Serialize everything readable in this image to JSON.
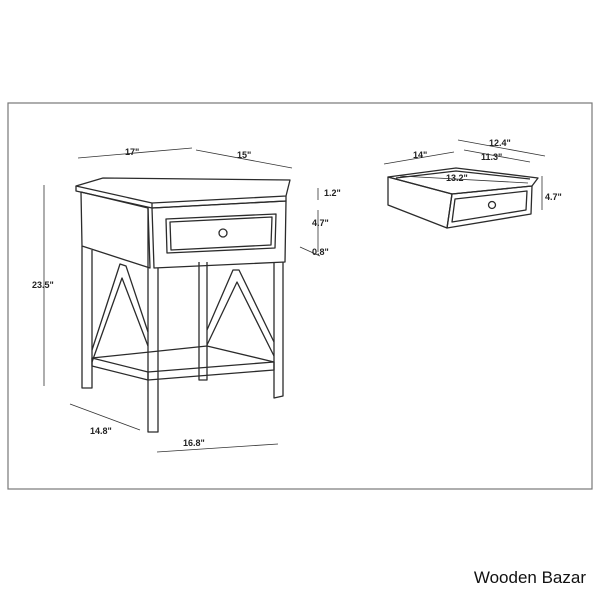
{
  "colors": {
    "line": "#2b2b2b",
    "frame": "#777777",
    "background": "#ffffff"
  },
  "table_dims": {
    "width_top": "17\"",
    "depth_top": "15\"",
    "top_thickness": "1.2\"",
    "drawer_height": "4.7\"",
    "rail_height": "0.8\"",
    "total_height": "23.5\"",
    "depth_base": "14.8\"",
    "width_base": "16.8\""
  },
  "drawer_dims": {
    "depth": "14\"",
    "width_outer": "12.4\"",
    "width_inner": "11.3\"",
    "front_width": "13.2\"",
    "height": "4.7\""
  },
  "brand": "Wooden Bazar"
}
